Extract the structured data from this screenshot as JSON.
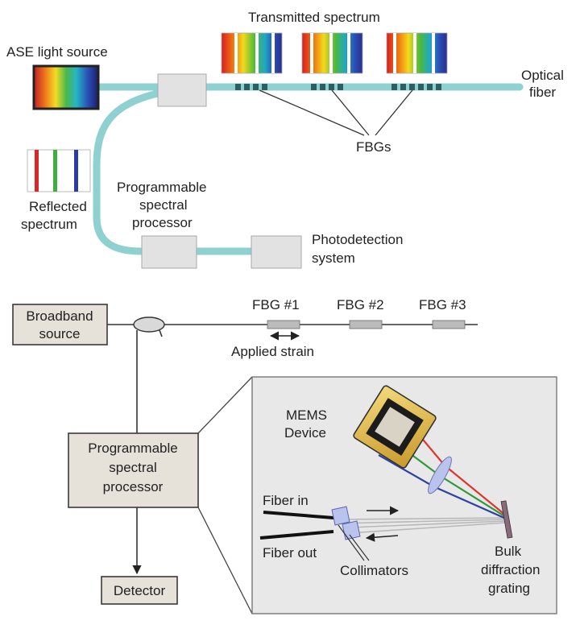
{
  "top": {
    "ase_label": "ASE light source",
    "transmitted_label": "Transmitted spectrum",
    "optical_fiber_l1": "Optical",
    "optical_fiber_l2": "fiber",
    "fbgs_label": "FBGs",
    "reflected_l1": "Reflected",
    "reflected_l2": "spectrum",
    "processor_l1": "Programmable",
    "processor_l2": "spectral",
    "processor_l3": "processor",
    "photodetection_l1": "Photodetection",
    "photodetection_l2": "system"
  },
  "bottom": {
    "broadband_l1": "Broadband",
    "broadband_l2": "source",
    "fbg1": "FBG #1",
    "fbg2": "FBG #2",
    "fbg3": "FBG #3",
    "applied_strain": "Applied strain",
    "processor_l1": "Programmable",
    "processor_l2": "spectral",
    "processor_l3": "processor",
    "detector": "Detector",
    "mems_l1": "MEMS",
    "mems_l2": "Device",
    "fiber_in": "Fiber in",
    "fiber_out": "Fiber out",
    "collimators": "Collimators",
    "grating_l1": "Bulk",
    "grating_l2": "diffraction",
    "grating_l3": "grating"
  },
  "colors": {
    "fiber": "#8fd0d0",
    "box_fill": "#e6e1d9",
    "inset_fill": "#e8e8e8",
    "mems_gold": "#e9c96a",
    "beam_red": "#e0332b",
    "beam_green": "#2f9a3a",
    "beam_blue": "#2f3fa8",
    "collimator": "#b9c3ec"
  }
}
